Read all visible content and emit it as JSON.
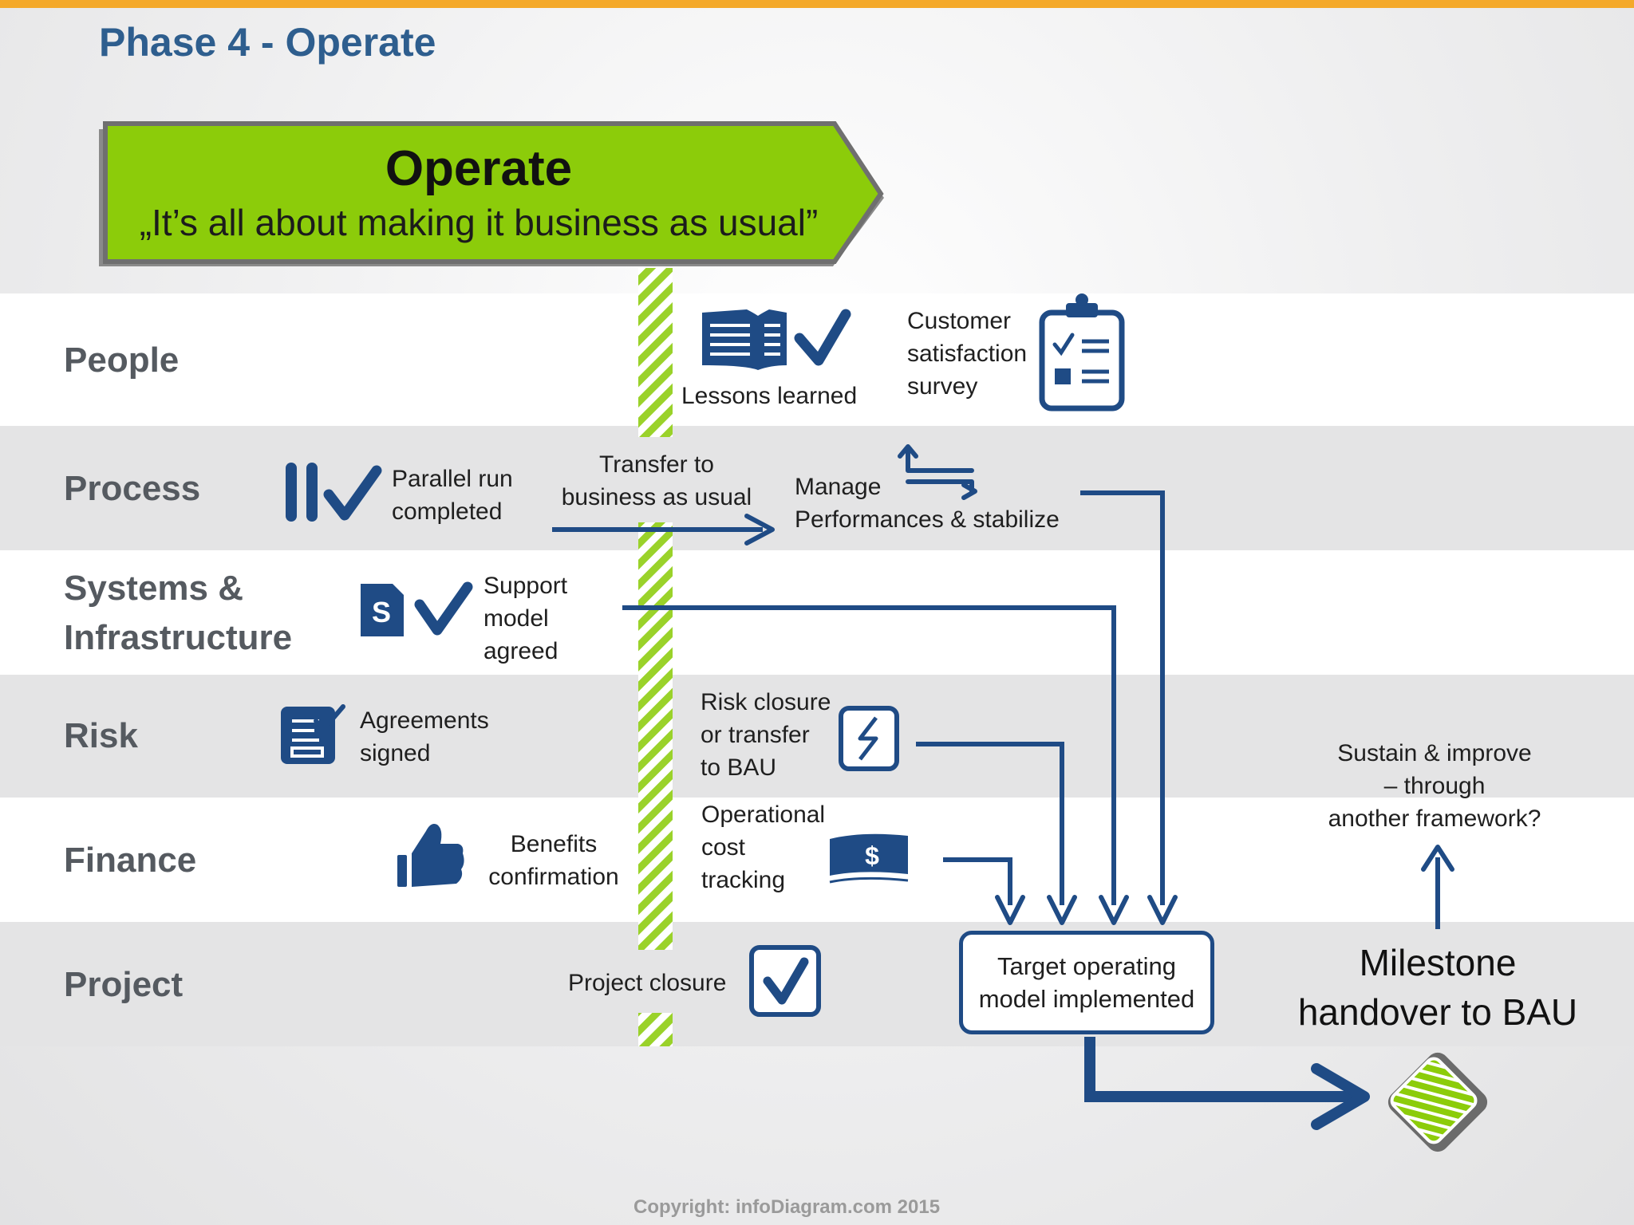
{
  "phase_title": "Phase 4 - Operate",
  "sign": {
    "title": "Operate",
    "subtitle": "„It’s all about making it business as usual”"
  },
  "rows": [
    "People",
    "Process",
    "Systems &",
    "Infrastructure",
    "Risk",
    "Finance",
    "Project"
  ],
  "items": {
    "lessons_learned": "Lessons learned",
    "survey": [
      "Customer",
      "satisfaction",
      "survey"
    ],
    "parallel_run": [
      "Parallel run",
      "completed"
    ],
    "transfer": [
      "Transfer to",
      "business as usual"
    ],
    "manage": [
      "Manage",
      "Performances & stabilize"
    ],
    "support_model": [
      "Support",
      "model",
      "agreed"
    ],
    "agreements": [
      "Agreements",
      "signed"
    ],
    "risk_closure": [
      "Risk closure",
      "or transfer",
      "to BAU"
    ],
    "benefits": [
      "Benefits",
      "confirmation"
    ],
    "op_cost": [
      "Operational",
      "cost",
      "tracking"
    ],
    "project_closure": "Project closure",
    "target": [
      "Target operating",
      "model implemented"
    ],
    "sustain": [
      "Sustain & improve",
      "– through",
      "another framework?"
    ],
    "milestone": [
      "Milestone",
      "handover to BAU"
    ]
  },
  "copyright": "Copyright: infoDiagram.com 2015",
  "colors": {
    "accent_green": "#8ccc0a",
    "dark_blue": "#1f4b85",
    "top_bar": "#f4a92a",
    "title_blue": "#2e5e8e"
  }
}
